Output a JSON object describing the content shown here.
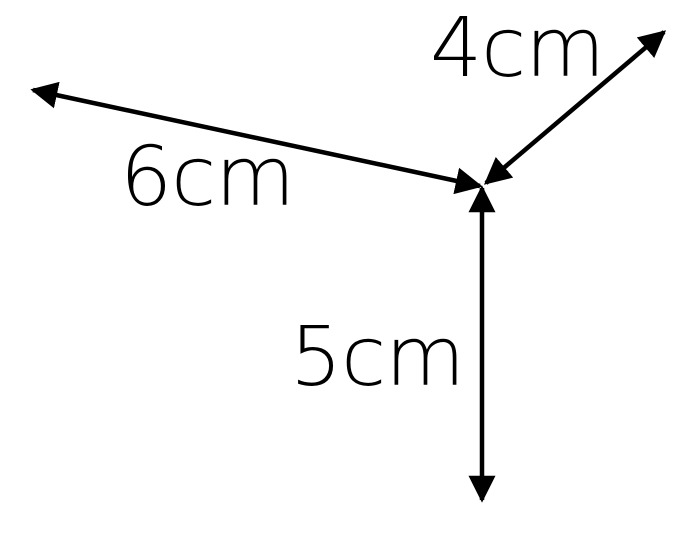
{
  "colors": {
    "stroke": "#000000",
    "background": "#ffffff"
  },
  "labels": {
    "top_right": "4cm",
    "left": "6cm",
    "bottom": "5cm"
  }
}
